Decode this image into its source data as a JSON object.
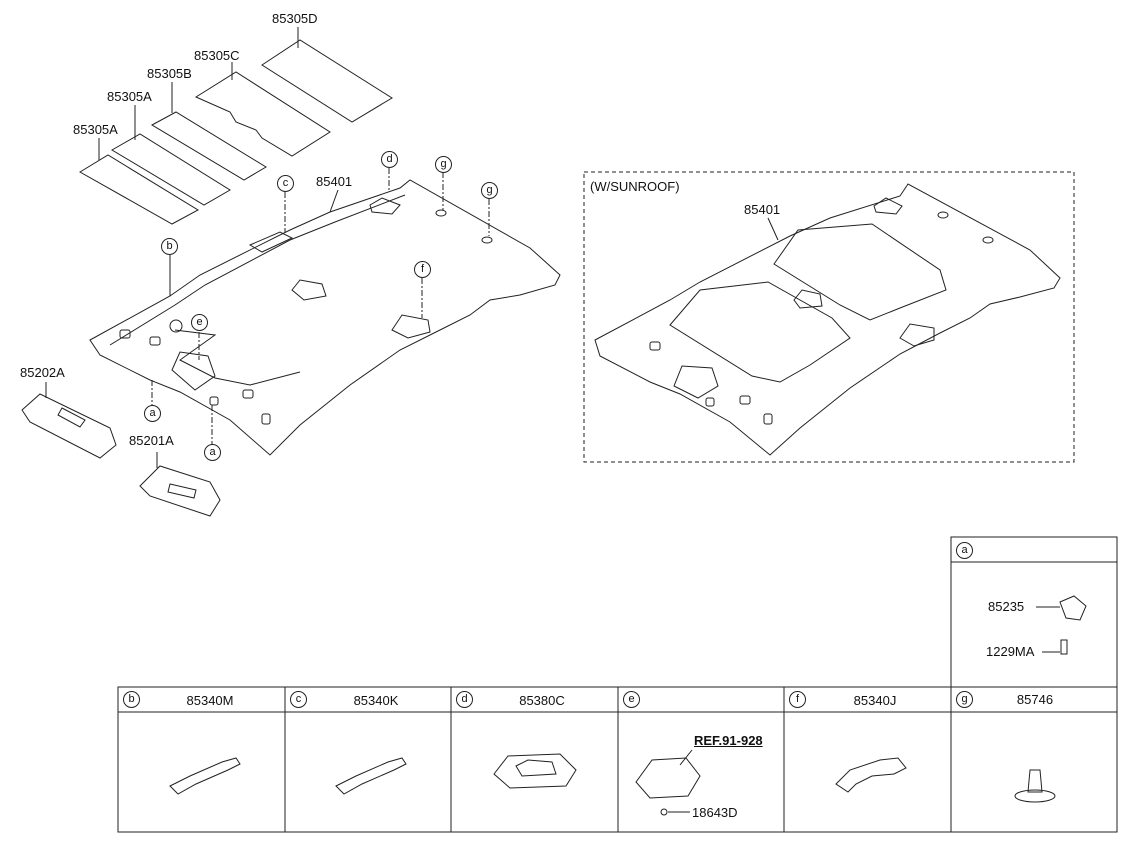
{
  "inset_label": "(W/SUNROOF)",
  "callouts": {
    "pad_d": "85305D",
    "pad_c": "85305C",
    "pad_b": "85305B",
    "pad_a1": "85305A",
    "pad_a2": "85305A",
    "headlining": "85401",
    "headlining_sunroof": "85401",
    "visor_left": "85202A",
    "visor_right": "85201A",
    "clip": "85235",
    "screw": "1229MA",
    "lamp_ref": "REF.91-928",
    "bulb": "18643D"
  },
  "markers": {
    "a1": "a",
    "a2": "a",
    "b": "b",
    "c": "c",
    "d": "d",
    "e": "e",
    "f": "f",
    "g1": "g",
    "g2": "g"
  },
  "table": {
    "a": {
      "letter": "a"
    },
    "cells": [
      {
        "letter": "b",
        "part": "85340M"
      },
      {
        "letter": "c",
        "part": "85340K"
      },
      {
        "letter": "d",
        "part": "85380C"
      },
      {
        "letter": "e",
        "part": ""
      },
      {
        "letter": "f",
        "part": "85340J"
      },
      {
        "letter": "g",
        "part": "85746"
      }
    ]
  }
}
